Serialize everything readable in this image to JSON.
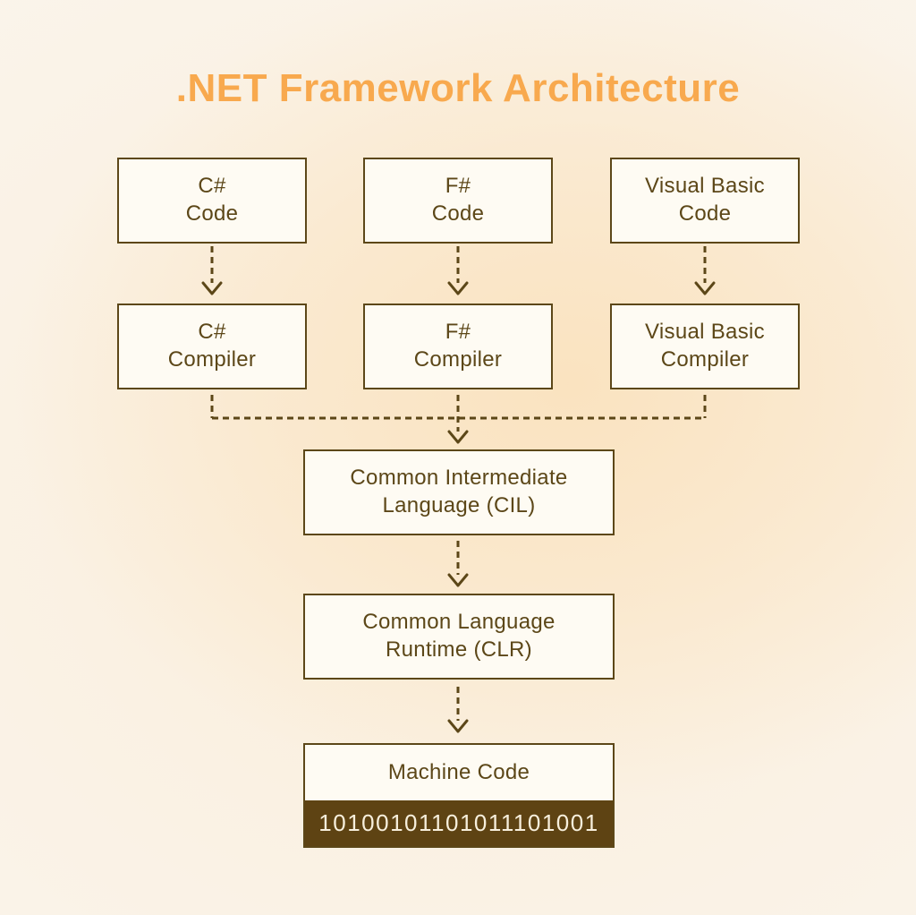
{
  "title": ".NET Framework Architecture",
  "columns": [
    {
      "code": {
        "line1": "C#",
        "line2": "Code"
      },
      "compiler": {
        "line1": "C#",
        "line2": "Compiler"
      }
    },
    {
      "code": {
        "line1": "F#",
        "line2": "Code"
      },
      "compiler": {
        "line1": "F#",
        "line2": "Compiler"
      }
    },
    {
      "code": {
        "line1": "Visual Basic",
        "line2": "Code"
      },
      "compiler": {
        "line1": "Visual Basic",
        "line2": "Compiler"
      }
    }
  ],
  "pipeline": {
    "cil": {
      "line1": "Common Intermediate",
      "line2": "Language (CIL)"
    },
    "clr": {
      "line1": "Common Language",
      "line2": "Runtime (CLR)"
    },
    "machine": {
      "label": "Machine Code",
      "binary": "10100101101011101001"
    }
  },
  "colors": {
    "title_orange": "#F8A94E",
    "box_border": "#5C4718",
    "box_text": "#5C4718",
    "box_background": "#FEFBF3",
    "arrow": "#5C4718",
    "binary_bar_background": "#5E4313",
    "binary_text": "#F7EFDC",
    "background_glow": "#FAE2BE",
    "background_base": "#FAF3E8"
  }
}
